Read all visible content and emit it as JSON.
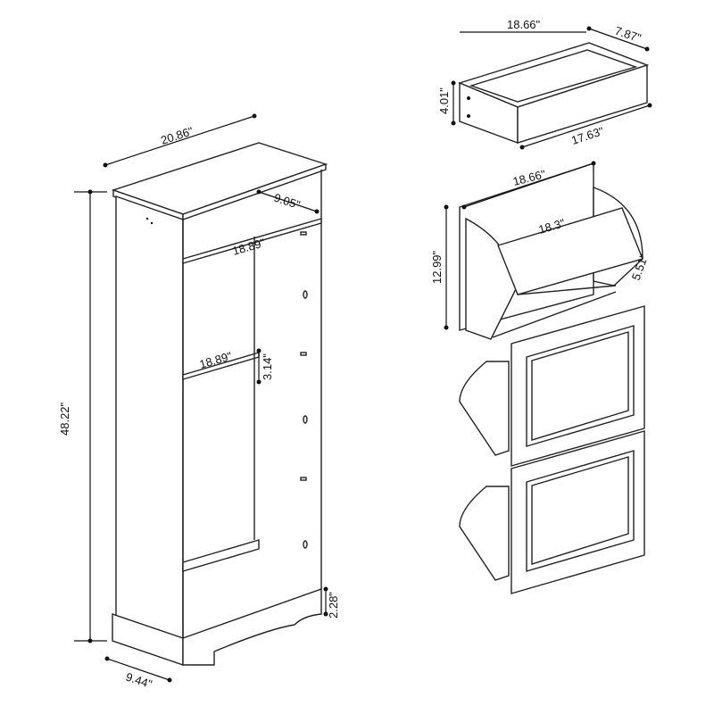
{
  "title": "Shoe cabinet dimension diagram",
  "cabinet": {
    "width": "20.86\"",
    "top_depth": "9.05\"",
    "upper_rod_width": "18.89\"",
    "lower_rod_width": "18.89\"",
    "rod_gap": "3.14\"",
    "height": "48.22\"",
    "base_height": "2.28\"",
    "depth": "9.44\""
  },
  "drawer": {
    "width": "18.66\"",
    "depth": "7.87\"",
    "height": "4.01\"",
    "inner_width": "17.63\""
  },
  "flip_bin": {
    "width": "18.66\"",
    "inner_width": "18.3\"",
    "height": "12.99\"",
    "depth": "5.51\""
  }
}
